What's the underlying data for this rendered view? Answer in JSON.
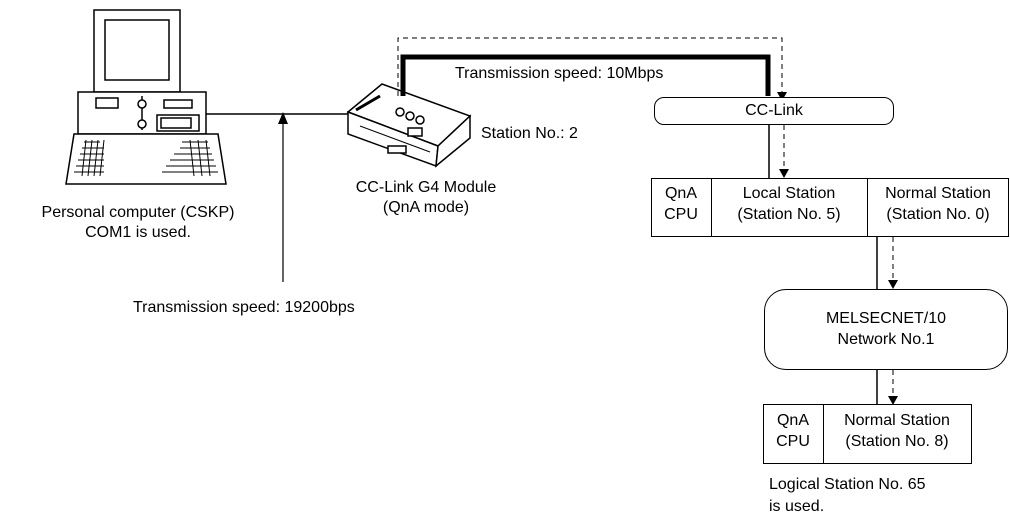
{
  "pc": {
    "label_line1": "Personal computer (CSKP)",
    "label_line2": "COM1 is used."
  },
  "serial_link": {
    "speed_label": "Transmission speed: 19200bps"
  },
  "g4_module": {
    "label_line1": "CC-Link G4 Module",
    "label_line2": "(QnA mode)",
    "station_label": "Station No.: 2"
  },
  "cclink_bus": {
    "speed_label": "Transmission speed: 10Mbps",
    "name": "CC-Link"
  },
  "qna_station_1": {
    "cpu_line1": "QnA",
    "cpu_line2": "CPU",
    "local_line1": "Local Station",
    "local_line2": "(Station No. 5)",
    "normal_line1": "Normal Station",
    "normal_line2": "(Station No. 0)"
  },
  "melsecnet": {
    "name_line1": "MELSECNET/10",
    "name_line2": "Network No.1"
  },
  "qna_station_2": {
    "cpu_line1": "QnA",
    "cpu_line2": "CPU",
    "normal_line1": "Normal Station",
    "normal_line2": "(Station No. 8)",
    "note_line1": "Logical Station No. 65",
    "note_line2": "is used."
  }
}
